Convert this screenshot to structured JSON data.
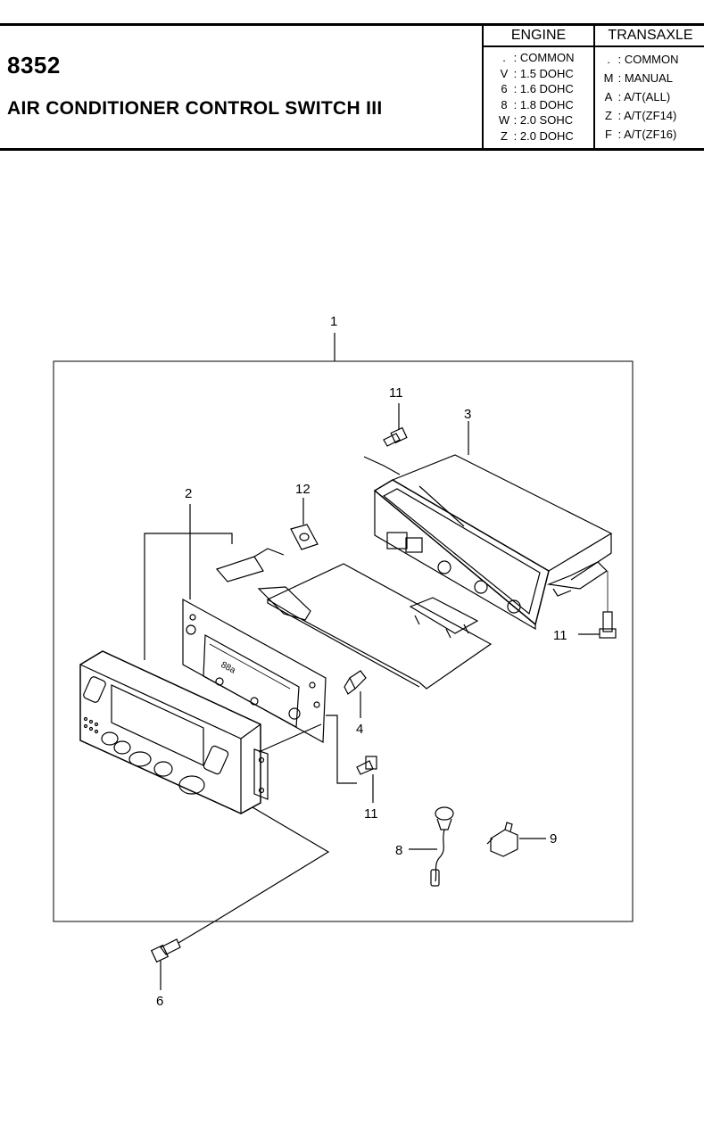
{
  "header": {
    "part_number": "8352",
    "title": "AIR CONDITIONER CONTROL SWITCH III"
  },
  "spec_table": {
    "engine": {
      "heading": "ENGINE",
      "rows": [
        {
          "code": ".",
          "label": ": COMMON"
        },
        {
          "code": "V",
          "label": ": 1.5 DOHC"
        },
        {
          "code": "6",
          "label": ": 1.6 DOHC"
        },
        {
          "code": "8",
          "label": ": 1.8 DOHC"
        },
        {
          "code": "W",
          "label": ": 2.0 SOHC"
        },
        {
          "code": "Z",
          "label": ": 2.0 DOHC"
        }
      ]
    },
    "transaxle": {
      "heading": "TRANSAXLE",
      "rows": [
        {
          "code": ".",
          "label": ": COMMON"
        },
        {
          "code": "M",
          "label": ": MANUAL"
        },
        {
          "code": "A",
          "label": ": A/T(ALL)"
        },
        {
          "code": "Z",
          "label": ": A/T(ZF14)"
        },
        {
          "code": "F",
          "label": ": A/T(ZF16)"
        }
      ]
    }
  },
  "callouts": {
    "c1": "1",
    "c2": "2",
    "c3": "3",
    "c4": "4",
    "c6": "6",
    "c8": "8",
    "c9": "9",
    "c11a": "11",
    "c11b": "11",
    "c11c": "11",
    "c12": "12"
  },
  "display_text": "88a"
}
